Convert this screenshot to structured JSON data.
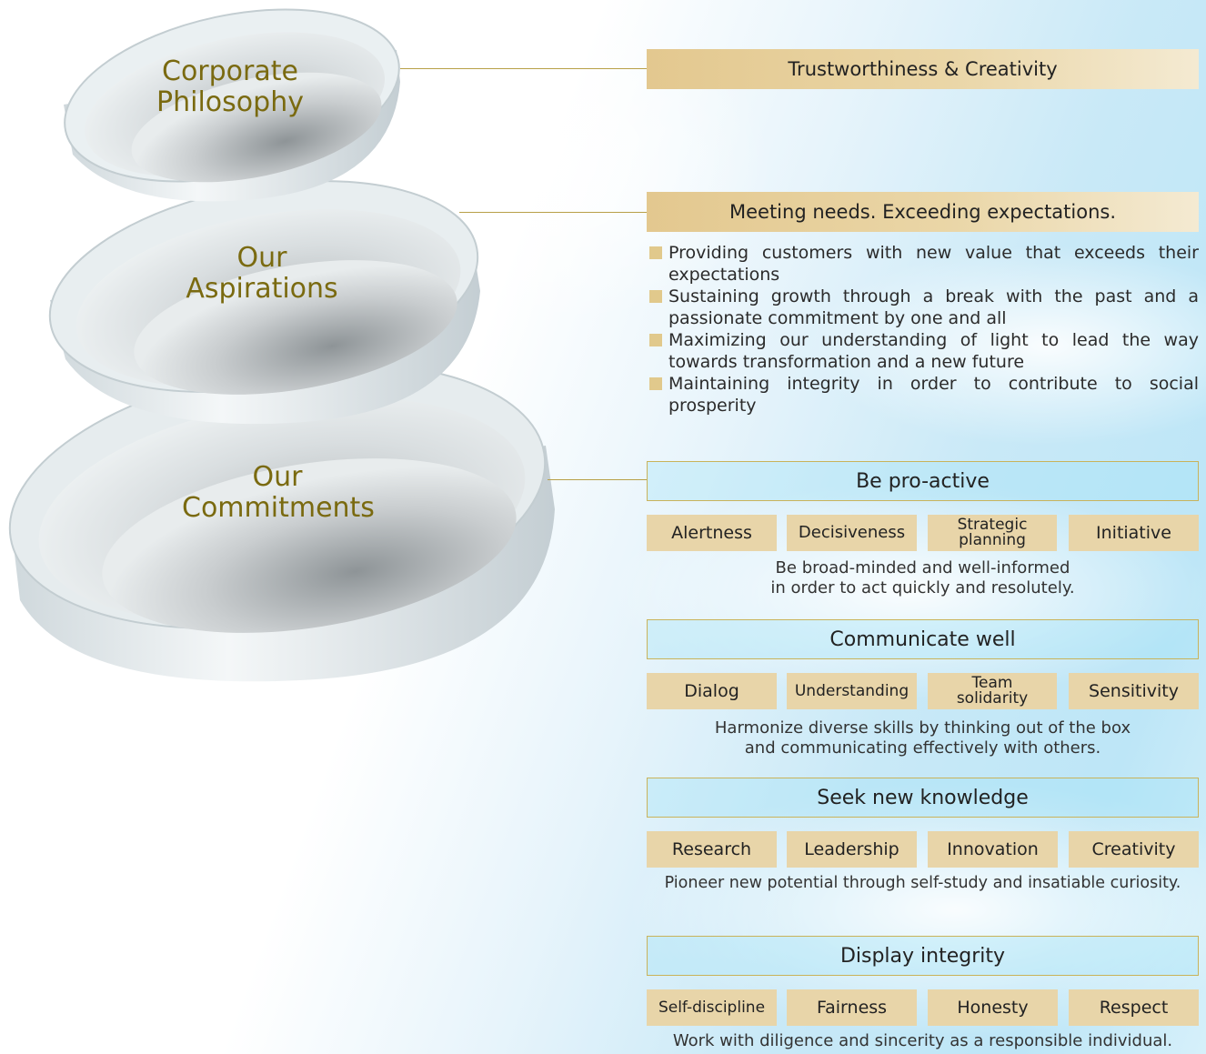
{
  "colors": {
    "label_gold": "#7a6a10",
    "banner": "#e3c88f",
    "tag": "#e8d5a9",
    "border": "#c9b35a"
  },
  "discs": {
    "philosophy": "Corporate\nPhilosophy",
    "aspirations": "Our\nAspirations",
    "commitments": "Our\nCommitments"
  },
  "philosophy_banner": "Trustworthiness & Creativity",
  "aspirations_banner": "Meeting needs. Exceeding expectations.",
  "aspirations_bullets": [
    "Providing customers with new value that exceeds their expectations",
    "Sustaining growth through a break with the past and a passionate commitment by one and all",
    "Maximizing our understanding of light to lead the way towards transformation and a new future",
    "Maintaining integrity in order to contribute to social prosperity"
  ],
  "commitments": [
    {
      "title": "Be pro-active",
      "tags": [
        "Alertness",
        "Decisiveness",
        "Strategic planning",
        "Initiative"
      ],
      "desc": "Be broad-minded and well-informed\nin order to act quickly and resolutely."
    },
    {
      "title": "Communicate well",
      "tags": [
        "Dialog",
        "Understanding",
        "Team solidarity",
        "Sensitivity"
      ],
      "desc": "Harmonize diverse skills by thinking out of the box\nand communicating effectively with others."
    },
    {
      "title": "Seek new knowledge",
      "tags": [
        "Research",
        "Leadership",
        "Innovation",
        "Creativity"
      ],
      "desc": "Pioneer new potential through self-study and insatiable curiosity."
    },
    {
      "title": "Display integrity",
      "tags": [
        "Self-discipline",
        "Fairness",
        "Honesty",
        "Respect"
      ],
      "desc": "Work with diligence and sincerity as a responsible individual."
    }
  ]
}
